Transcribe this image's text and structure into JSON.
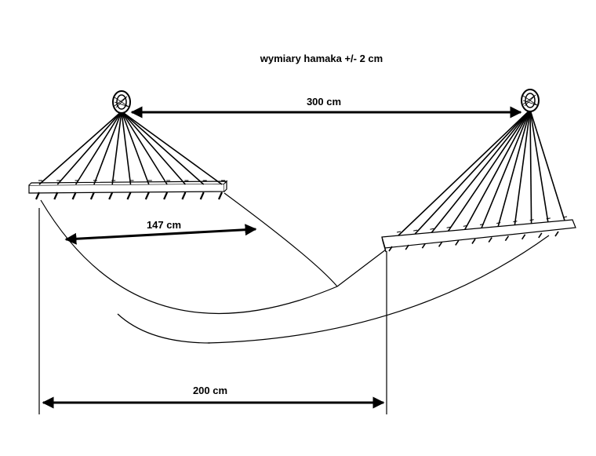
{
  "diagram": {
    "title": "wymiary hamaka +/- 2 cm",
    "dimensions": [
      {
        "id": "length",
        "label": "300 cm"
      },
      {
        "id": "width",
        "label": "147 cm"
      },
      {
        "id": "span",
        "label": "200 cm"
      }
    ]
  }
}
